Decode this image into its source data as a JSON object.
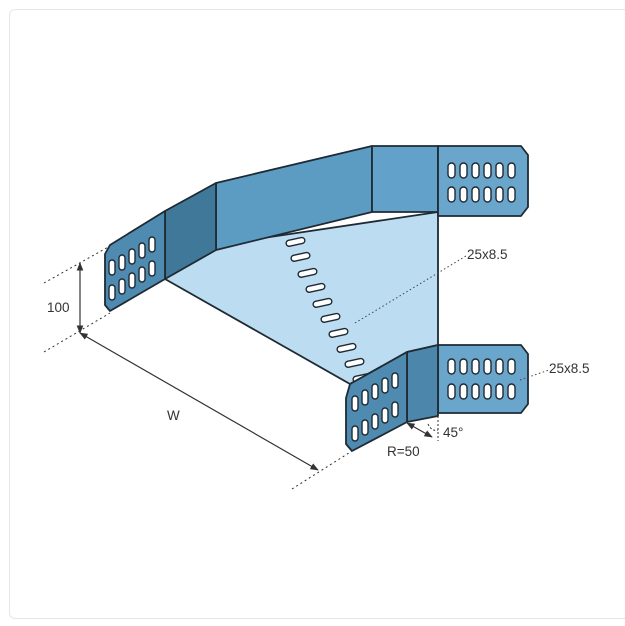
{
  "diagram": {
    "title": "",
    "colors": {
      "outline": "#1f2a33",
      "floor": "#bcdcf2",
      "wall_front": "#5c9bc2",
      "wall_light": "#66a5cc",
      "wall_dark": "#3f7899",
      "flange": "#6aa5cb",
      "dim_line": "#444444"
    },
    "labels": {
      "height": "100",
      "width": "W",
      "radius": "R=50",
      "angle": "45°",
      "slot_floor": "25x8.5",
      "slot_side": "25x8.5"
    },
    "icons": [
      "cable-tray-bend-45-drawing"
    ]
  }
}
